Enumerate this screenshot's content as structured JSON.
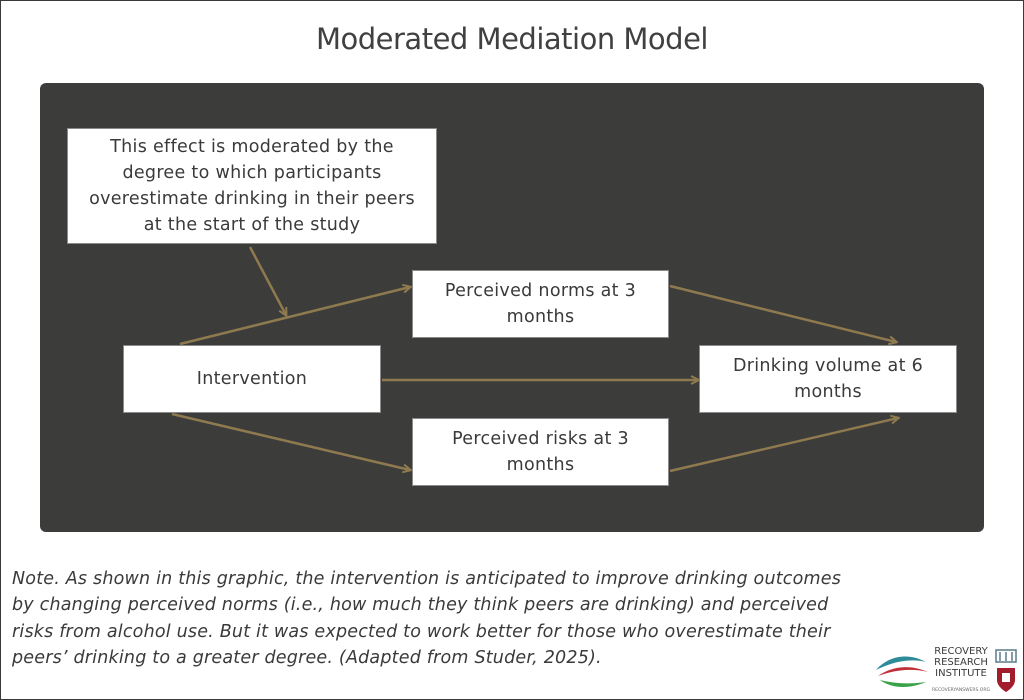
{
  "title": "Moderated Mediation Model",
  "diagram": {
    "moderator": "This effect is moderated by the degree to which participants overestimate drinking in their peers at the start of the study",
    "intervention": "Intervention",
    "norms": "Perceived norms at 3 months",
    "risks": "Perceived risks at 3 months",
    "outcome": "Drinking volume at 6 months"
  },
  "note": "Note. As shown in this graphic, the intervention is anticipated to improve drinking outcomes by changing perceived norms (i.e., how much they think peers are drinking) and perceived risks from alcohol use. But it was expected to work better for those who overestimate their peers’ drinking to a greater degree. (Adapted from Studer, 2025).",
  "logo": {
    "line1": "RECOVERY",
    "line2": "RESEARCH",
    "line3": "INSTITUTE",
    "url": "RECOVERYANSWERS.ORG"
  },
  "colors": {
    "panel": "#3c3c3b",
    "arrow": "#8e7a4e",
    "box": "#ffffff"
  }
}
